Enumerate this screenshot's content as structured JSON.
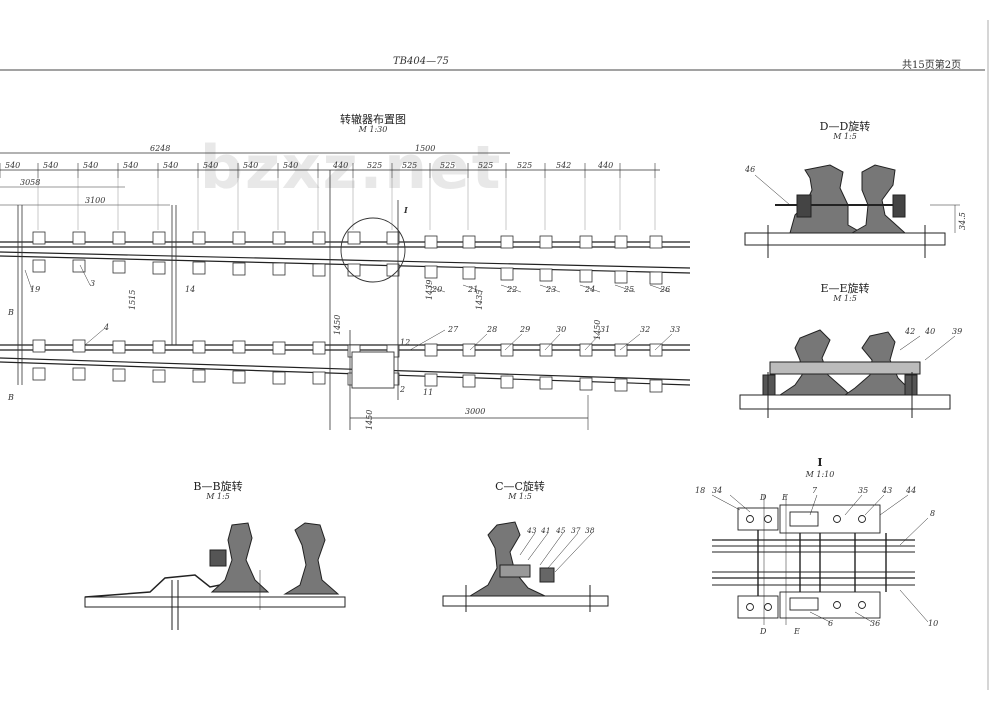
{
  "header": {
    "standard_code": "TB404—75",
    "sheet_info": "共15页第2页"
  },
  "watermark": "bzxz.net",
  "layout_plan": {
    "title": "转辙器布置图",
    "scale": "M 1:30",
    "top_dims": [
      "540",
      "540",
      "540",
      "540",
      "540",
      "540",
      "540",
      "540",
      "440",
      "525",
      "525",
      "525",
      "525",
      "525",
      "542",
      "440"
    ],
    "overall_dims": [
      "6248",
      "1500"
    ],
    "sub_dims": [
      "3058",
      "3100"
    ],
    "vert_dims": [
      "1515",
      "1450",
      "1439",
      "1435",
      "1450",
      "1450"
    ],
    "bottom_dim": "3000",
    "part_labels_upper": [
      "20",
      "21",
      "22",
      "23",
      "24",
      "25",
      "26"
    ],
    "part_labels_lower": [
      "27",
      "28",
      "29",
      "30",
      "31",
      "32",
      "33"
    ],
    "other_labels": [
      "19",
      "14",
      "4",
      "3",
      "2",
      "11",
      "12"
    ],
    "section_marks": [
      "B",
      "B"
    ],
    "detail_mark": "I"
  },
  "section_dd": {
    "title": "D—D旋转",
    "scale": "M 1:5",
    "labels": [
      "46"
    ],
    "dim": "34.5"
  },
  "section_ee": {
    "title": "E—E旋转",
    "scale": "M 1:5",
    "labels": [
      "42",
      "40",
      "39"
    ]
  },
  "section_bb": {
    "title": "B—B旋转",
    "scale": "M 1:5"
  },
  "section_cc": {
    "title": "C—C旋转",
    "scale": "M 1:5",
    "labels": [
      "43",
      "41",
      "45",
      "37",
      "38"
    ]
  },
  "detail_i": {
    "title": "I",
    "scale": "M 1:10",
    "labels_top": [
      "18",
      "34",
      "7",
      "35",
      "43",
      "44"
    ],
    "labels_bottom": [
      "6",
      "36",
      "10"
    ],
    "side_label": "8",
    "section_marks": [
      "D",
      "E",
      "D",
      "E"
    ]
  }
}
